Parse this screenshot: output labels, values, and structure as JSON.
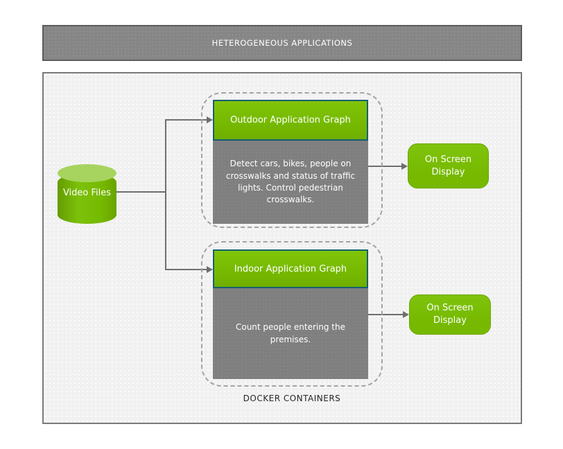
{
  "header": {
    "title": "HETEROGENEOUS APPLICATIONS"
  },
  "source": {
    "label": "Video Files"
  },
  "containers": [
    {
      "title": "Outdoor Application Graph",
      "description": "Detect cars, bikes, people on crosswalks and status of traffic lights. Control pedestrian crosswalks.",
      "output_label": "On Screen Display"
    },
    {
      "title": "Indoor Application Graph",
      "description": "Count people entering the premises.",
      "output_label": "On Screen Display"
    }
  ],
  "footer": {
    "docker_label": "DOCKER CONTAINERS"
  },
  "colors": {
    "nvidia_green": "#76b900",
    "cylinder_top_green": "#a6d45f",
    "graph_header_border": "#136071",
    "graph_body_gray": "#7f7f7f",
    "title_bar_gray": "#868686",
    "canvas_bg": "#f1f1f1",
    "connector_gray": "#6e6e6e"
  }
}
